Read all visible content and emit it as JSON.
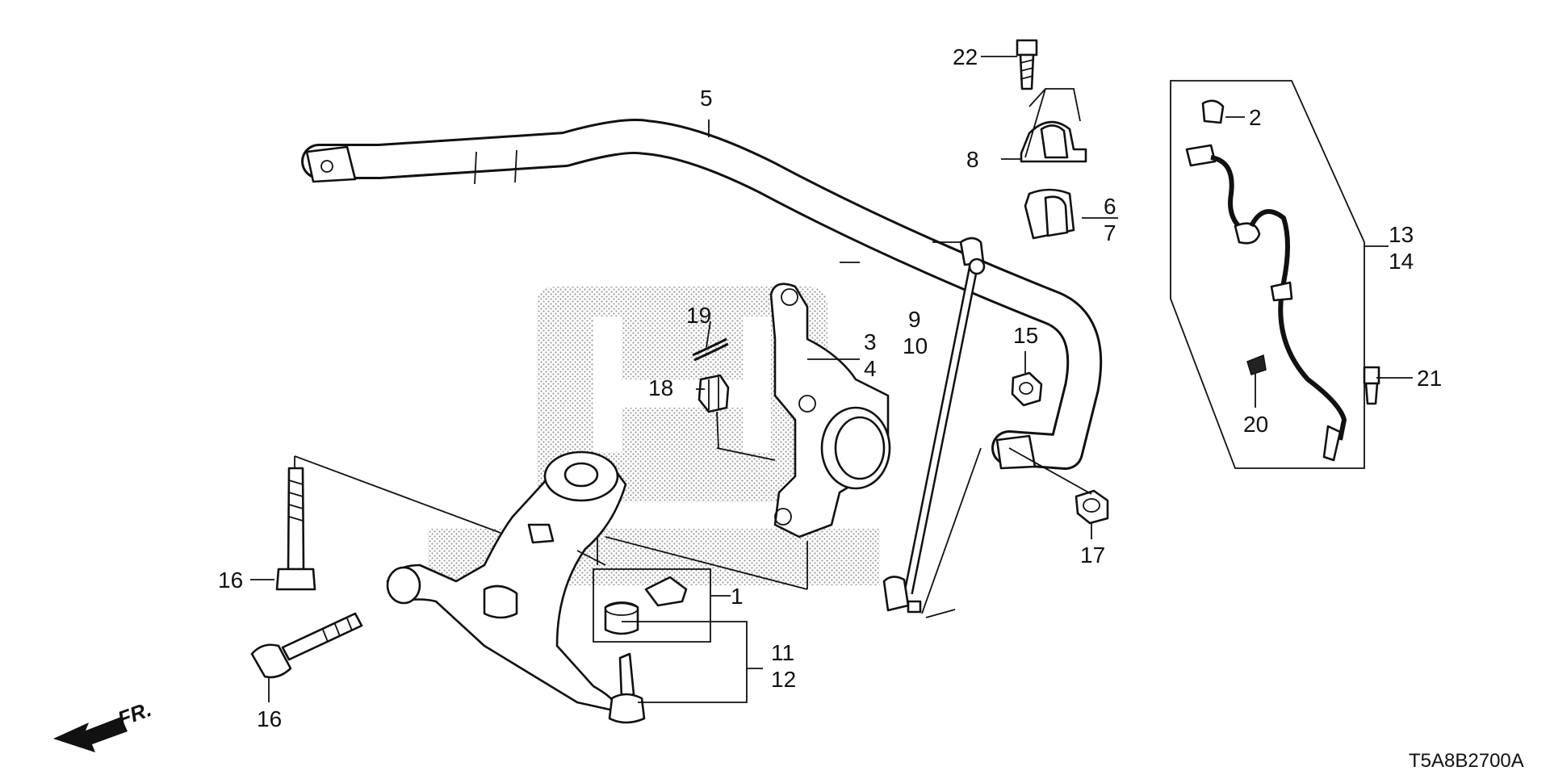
{
  "diagram": {
    "code": "T5A8B2700A",
    "direction_label": "FR.",
    "labels": {
      "p1": "1",
      "p2": "2",
      "p3": "3",
      "p4": "4",
      "p5": "5",
      "p6": "6",
      "p7": "7",
      "p8": "8",
      "p9": "9",
      "p10": "10",
      "p11": "11",
      "p12": "12",
      "p13": "13",
      "p14": "14",
      "p15": "15",
      "p16a": "16",
      "p16b": "16",
      "p17": "17",
      "p18": "18",
      "p19": "19",
      "p20": "20",
      "p21": "21",
      "p22": "22"
    }
  }
}
